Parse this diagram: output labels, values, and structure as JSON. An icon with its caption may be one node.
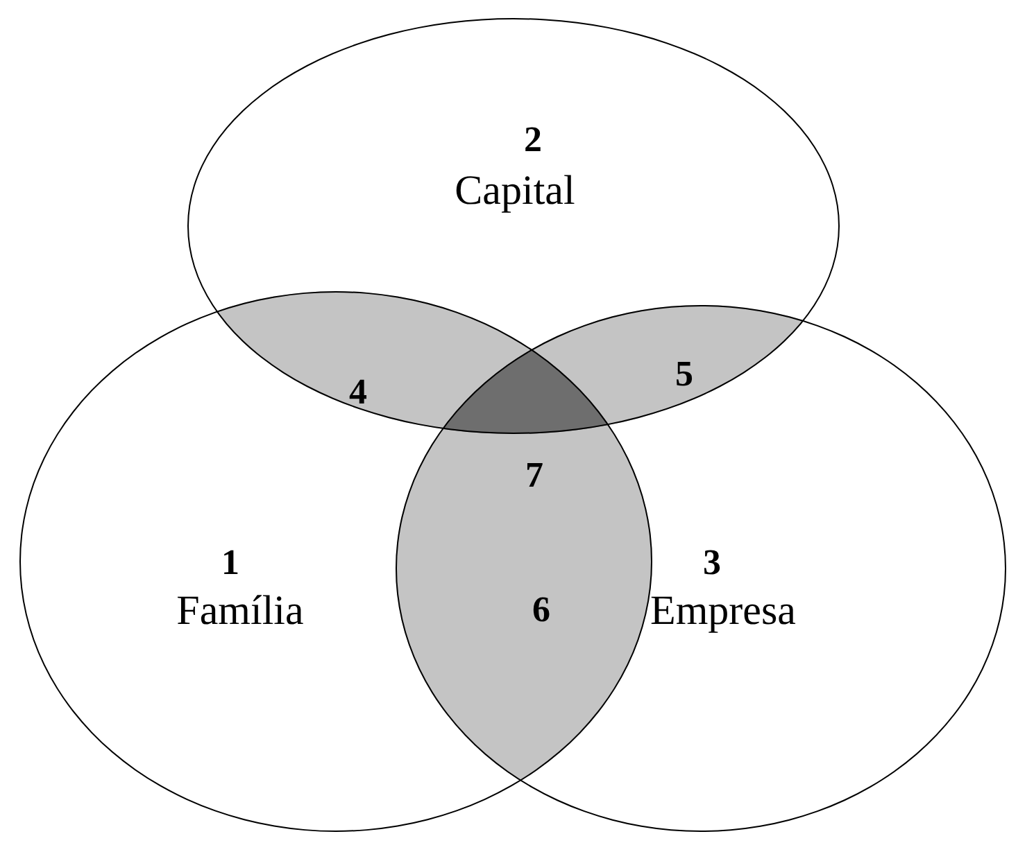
{
  "diagram": {
    "nodes": [
      {
        "text": [
          "2",
          "Capital"
        ]
      },
      {
        "text": [
          "1",
          "Família"
        ]
      },
      {
        "text": [
          "3",
          "Empresa"
        ]
      }
    ],
    "labels": [
      "4",
      "5",
      "7",
      "6"
    ]
  }
}
